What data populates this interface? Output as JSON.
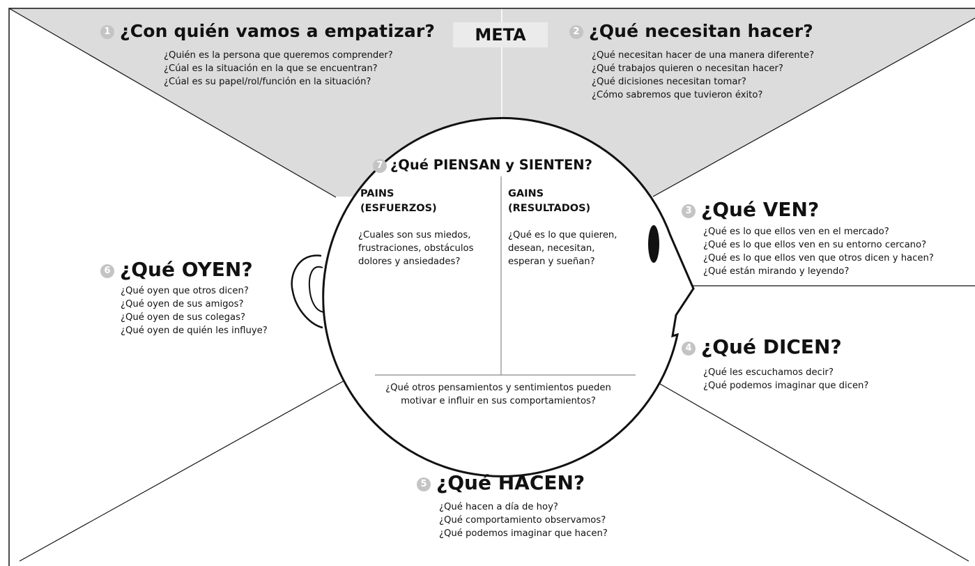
{
  "meta_label": "META",
  "sections": {
    "s1": {
      "num": "1",
      "title": "¿Con quién vamos a empatizar?",
      "questions": [
        "¿Quién es la persona que queremos comprender?",
        "¿Cúal es la situación en la que se encuentran?",
        "¿Cúal es su papel/rol/función en la situación?"
      ]
    },
    "s2": {
      "num": "2",
      "title": "¿Qué necesitan hacer?",
      "questions": [
        "¿Qué necesitan hacer de una manera diferente?",
        "¿Qué trabajos quieren o necesitan hacer?",
        "¿Qué dicisiones necesitan tomar?",
        "¿Cómo sabremos que tuvieron éxito?"
      ]
    },
    "s3": {
      "num": "3",
      "title": "¿Qué VEN?",
      "questions": [
        "¿Qué es lo que ellos ven en el mercado?",
        "¿Qué es lo que ellos ven en su entorno cercano?",
        "¿Qué es lo que ellos ven que otros dicen y hacen?",
        "¿Qué están mirando y leyendo?"
      ]
    },
    "s4": {
      "num": "4",
      "title": "¿Qué DICEN?",
      "questions": [
        "¿Qué les escuchamos decir?",
        "¿Qué podemos imaginar que dicen?"
      ]
    },
    "s5": {
      "num": "5",
      "title": "¿Qué HACEN?",
      "questions": [
        "¿Qué hacen a día de hoy?",
        "¿Qué comportamiento observamos?",
        "¿Qué podemos imaginar que hacen?"
      ]
    },
    "s6": {
      "num": "6",
      "title": "¿Qué OYEN?",
      "questions": [
        "¿Qué oyen que otros dicen?",
        "¿Qué oyen de sus amigos?",
        "¿Qué oyen de sus colegas?",
        "¿Qué oyen de quién les influye?"
      ]
    },
    "s7": {
      "num": "7",
      "title": "¿Qué PIENSAN y SIENTEN?"
    }
  },
  "pains": {
    "title": [
      "PAINS",
      "(ESFUERZOS)"
    ],
    "questions": [
      "¿Cuales son sus miedos,",
      "frustraciones, obstáculos",
      "dolores y ansiedades?"
    ]
  },
  "gains": {
    "title": [
      "GAINS",
      "(RESULTADOS)"
    ],
    "questions": [
      "¿Qué es lo que quieren,",
      "desean, necesitan,",
      "esperan y sueñan?"
    ]
  },
  "other_thoughts": [
    "¿Qué otros pensamientos y sentimientos pueden",
    "motivar e influir en sus comportamientos?"
  ],
  "colors": {
    "goal_band": "#dcdcdc",
    "number_badge": "#c4c4c4",
    "line": "#111111"
  }
}
